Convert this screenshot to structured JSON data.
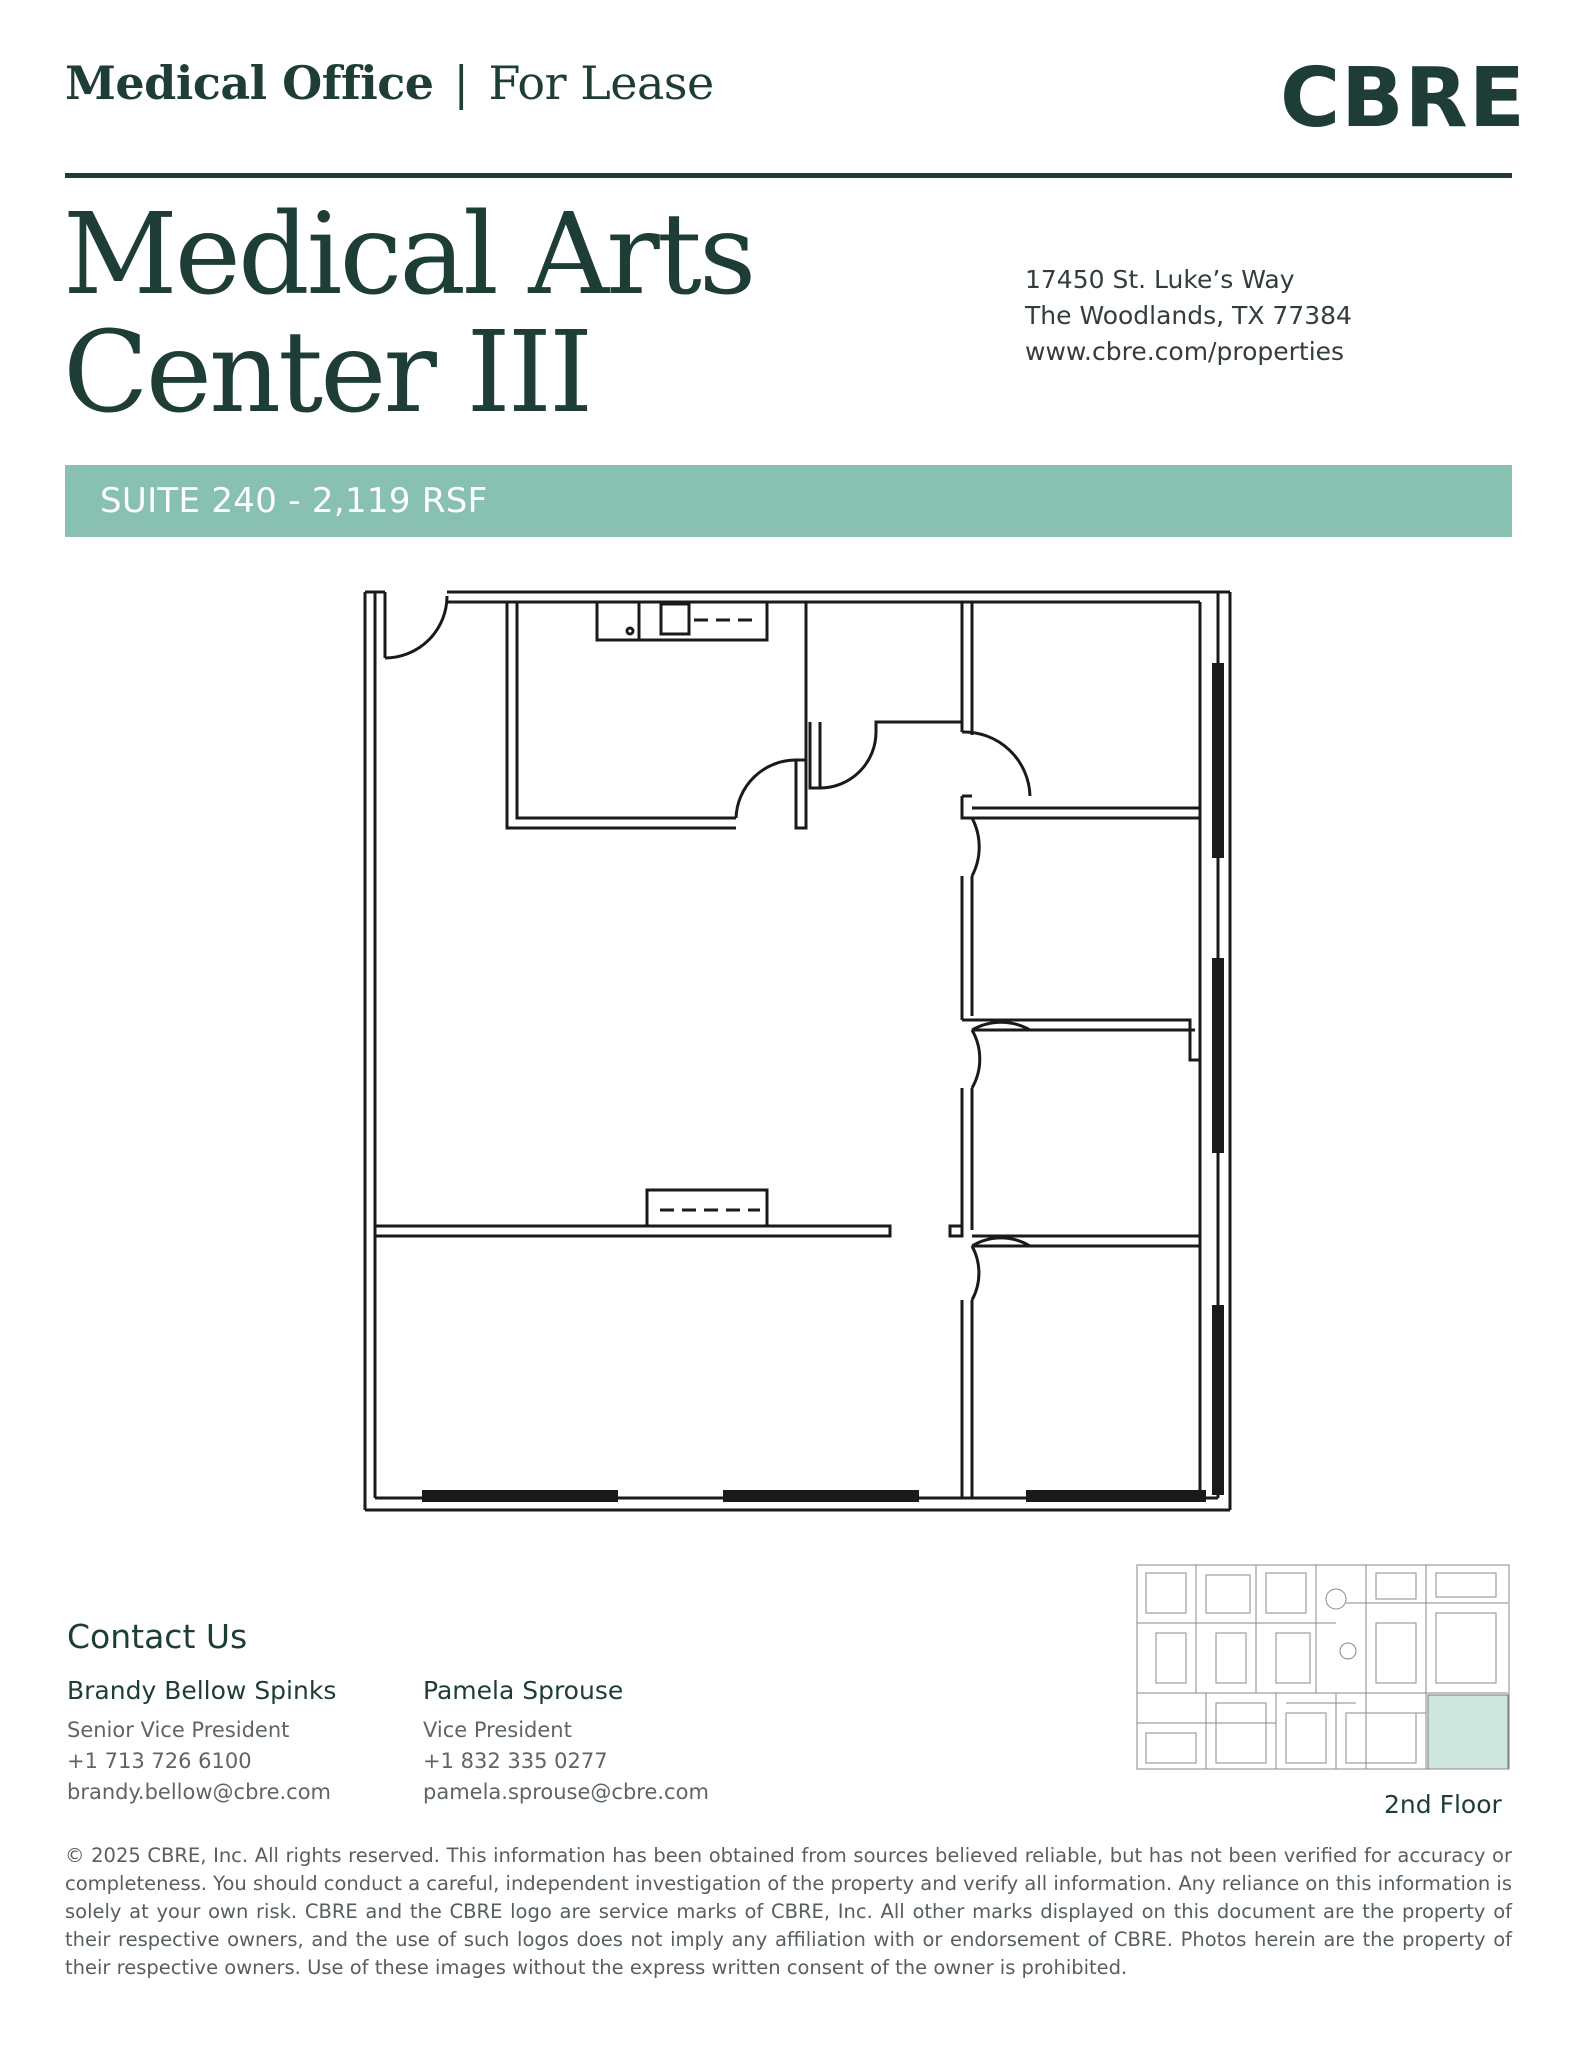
{
  "header": {
    "category": "Medical Office",
    "status": "For Lease",
    "brand": "CBRE"
  },
  "property": {
    "name_line1": "Medical Arts",
    "name_line2": "Center III",
    "address_line1": "17450 St. Luke’s Way",
    "address_line2": "The Woodlands, TX 77384",
    "website": "www.cbre.com/properties"
  },
  "suite": {
    "label": "SUITE 240 - 2,119 RSF"
  },
  "keymap": {
    "floor_label": "2nd  Floor",
    "highlight_color": "#cfe6de"
  },
  "contact": {
    "title": "Contact Us",
    "people": [
      {
        "name": "Brandy Bellow Spinks",
        "role": "Senior Vice President",
        "phone": "+1 713 726 6100",
        "email": "brandy.bellow@cbre.com"
      },
      {
        "name": "Pamela Sprouse",
        "role": "Vice President",
        "phone": "+1 832 335 0277",
        "email": "pamela.sprouse@cbre.com"
      }
    ]
  },
  "disclaimer": "© 2025 CBRE, Inc. All rights reserved. This information has been obtained from sources believed reliable, but has not been verified for accuracy or completeness. You should conduct a careful, independent investigation of the property and verify all information. Any reliance on this information is solely at your own risk. CBRE and the CBRE logo are service marks of CBRE, Inc. All other marks displayed on this document are the property of their respective owners, and the use of such logos does not imply any affiliation with or endorsement of CBRE. Photos herein are the property of their respective owners. Use of these images without the express written consent of the owner is prohibited.",
  "colors": {
    "brand_dark_green": "#1e3d36",
    "accent_band": "#88c0b2"
  }
}
